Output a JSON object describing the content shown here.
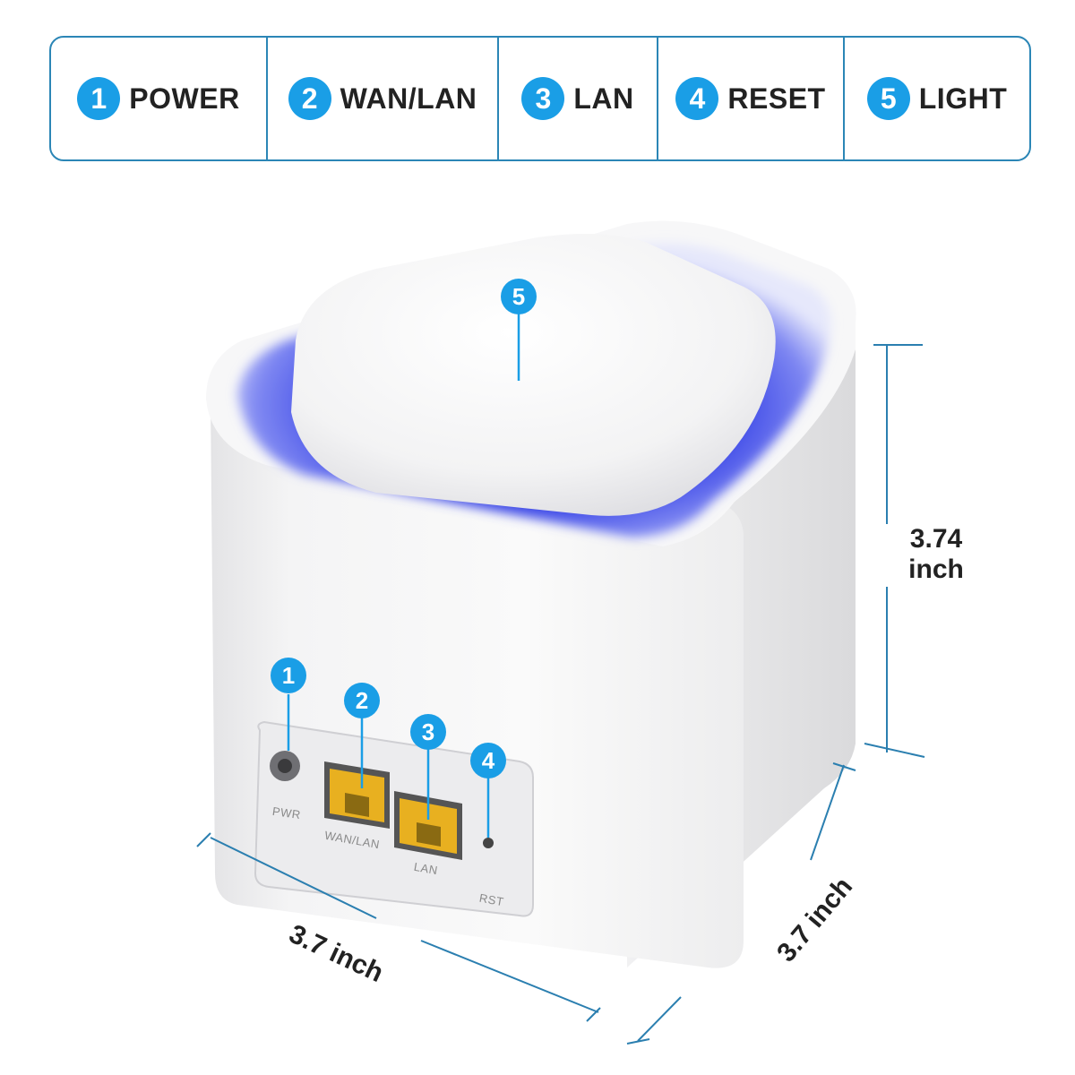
{
  "legend": [
    {
      "num": "1",
      "label": "POWER"
    },
    {
      "num": "2",
      "label": "WAN/LAN"
    },
    {
      "num": "3",
      "label": "LAN"
    },
    {
      "num": "4",
      "label": "RESET"
    },
    {
      "num": "5",
      "label": "LIGHT"
    }
  ],
  "callouts": {
    "c1": "1",
    "c2": "2",
    "c3": "3",
    "c4": "4",
    "c5": "5"
  },
  "ports": {
    "pwr": "PWR",
    "wanlan": "WAN/LAN",
    "lan": "LAN",
    "rst": "RST"
  },
  "dimensions": {
    "height_value": "3.74",
    "height_unit": "inch",
    "width": "3.7 inch",
    "depth": "3.7 inch"
  },
  "colors": {
    "accent": "#1a9ee6",
    "border": "#2b86b6",
    "glow": "#4a55e8",
    "port": "#e8b020"
  }
}
